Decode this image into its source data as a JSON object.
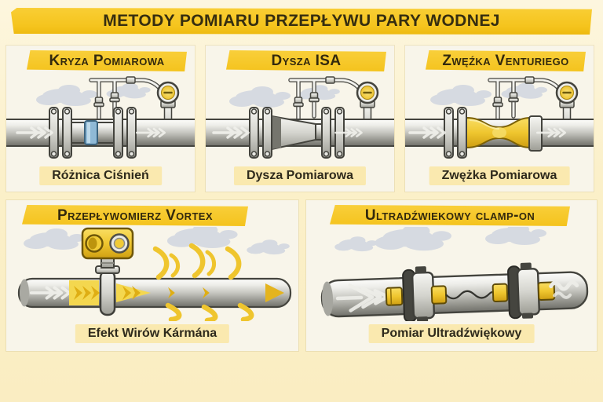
{
  "title": "METODY POMIARU PRZEPŁYWU PARY WODNEJ",
  "panels": [
    {
      "header": "Kryza Pomiarowa",
      "label": "Różnica Ciśnień"
    },
    {
      "header": "Dysza ISA",
      "label": "Dysza Pomiarowa"
    },
    {
      "header": "Zwęźka Venturiego",
      "label": "Zwężka Pomiarowa"
    },
    {
      "header": "Przepływomierz Vortex",
      "label": "Efekt Wirów Kármána"
    },
    {
      "header": "Ultradźwiekowy clamp-on",
      "label": "Pomiar Ultradźwiękowy"
    }
  ],
  "colors": {
    "page_background": "#FBF0C9",
    "banner_yellow": "#F5C41D",
    "panel_background": "#F8F5EA",
    "caption_background": "#FAE9AF",
    "text_dark": "#33290D",
    "pipe_gray": "#C6C6C0",
    "steam_gray": "#D6DAE1",
    "device_yellow": "#EFC62F",
    "orifice_blue": "#8FB9D6"
  }
}
